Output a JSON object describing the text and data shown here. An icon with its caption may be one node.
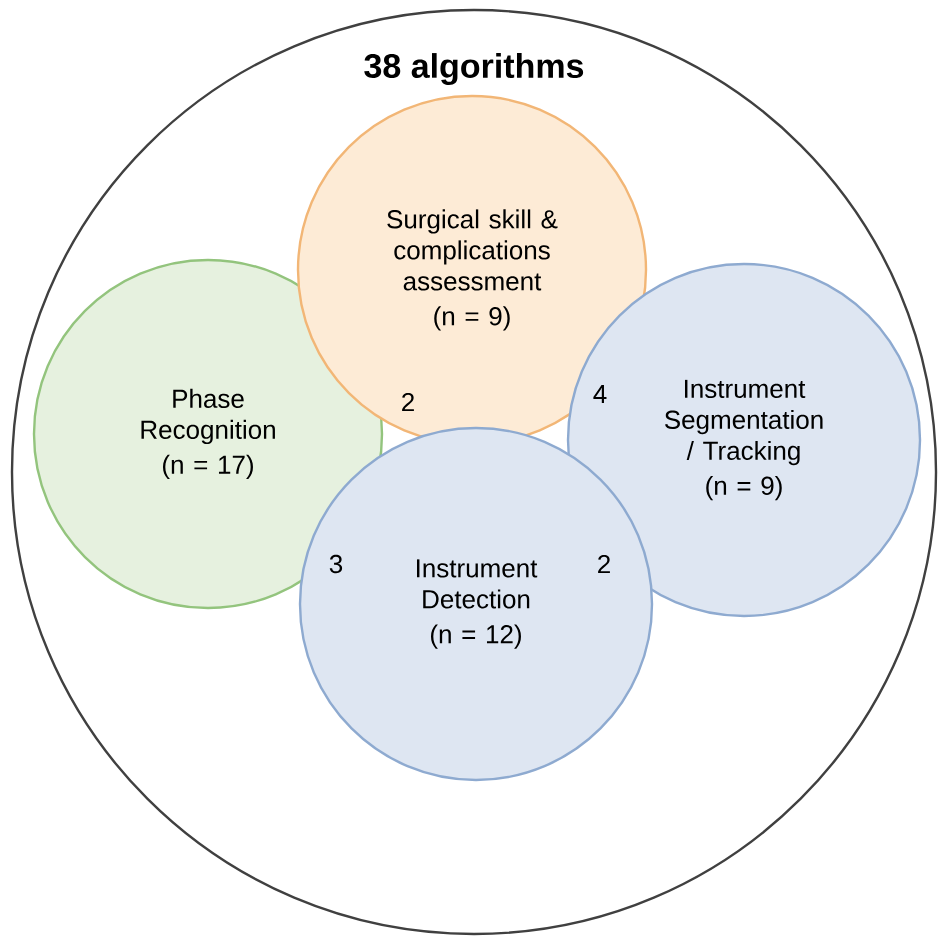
{
  "diagram": {
    "nodes": [
      {
        "text": [
          "38 algorithms"
        ]
      },
      {
        "text": [
          "Surgical skill & complications assessment",
          "(n = 9)"
        ],
        "in": 0
      },
      {
        "text": [
          "Phase Recognition",
          "(n = 17)"
        ],
        "in": 0
      },
      {
        "text": [
          "Instrument Segmentation / Tracking",
          "(n = 9)"
        ],
        "in": 0
      },
      {
        "text": [
          "Instrument Detection",
          "(n = 12)"
        ],
        "in": 0
      }
    ],
    "labels": [
      "2",
      "4",
      "3",
      "2"
    ]
  }
}
